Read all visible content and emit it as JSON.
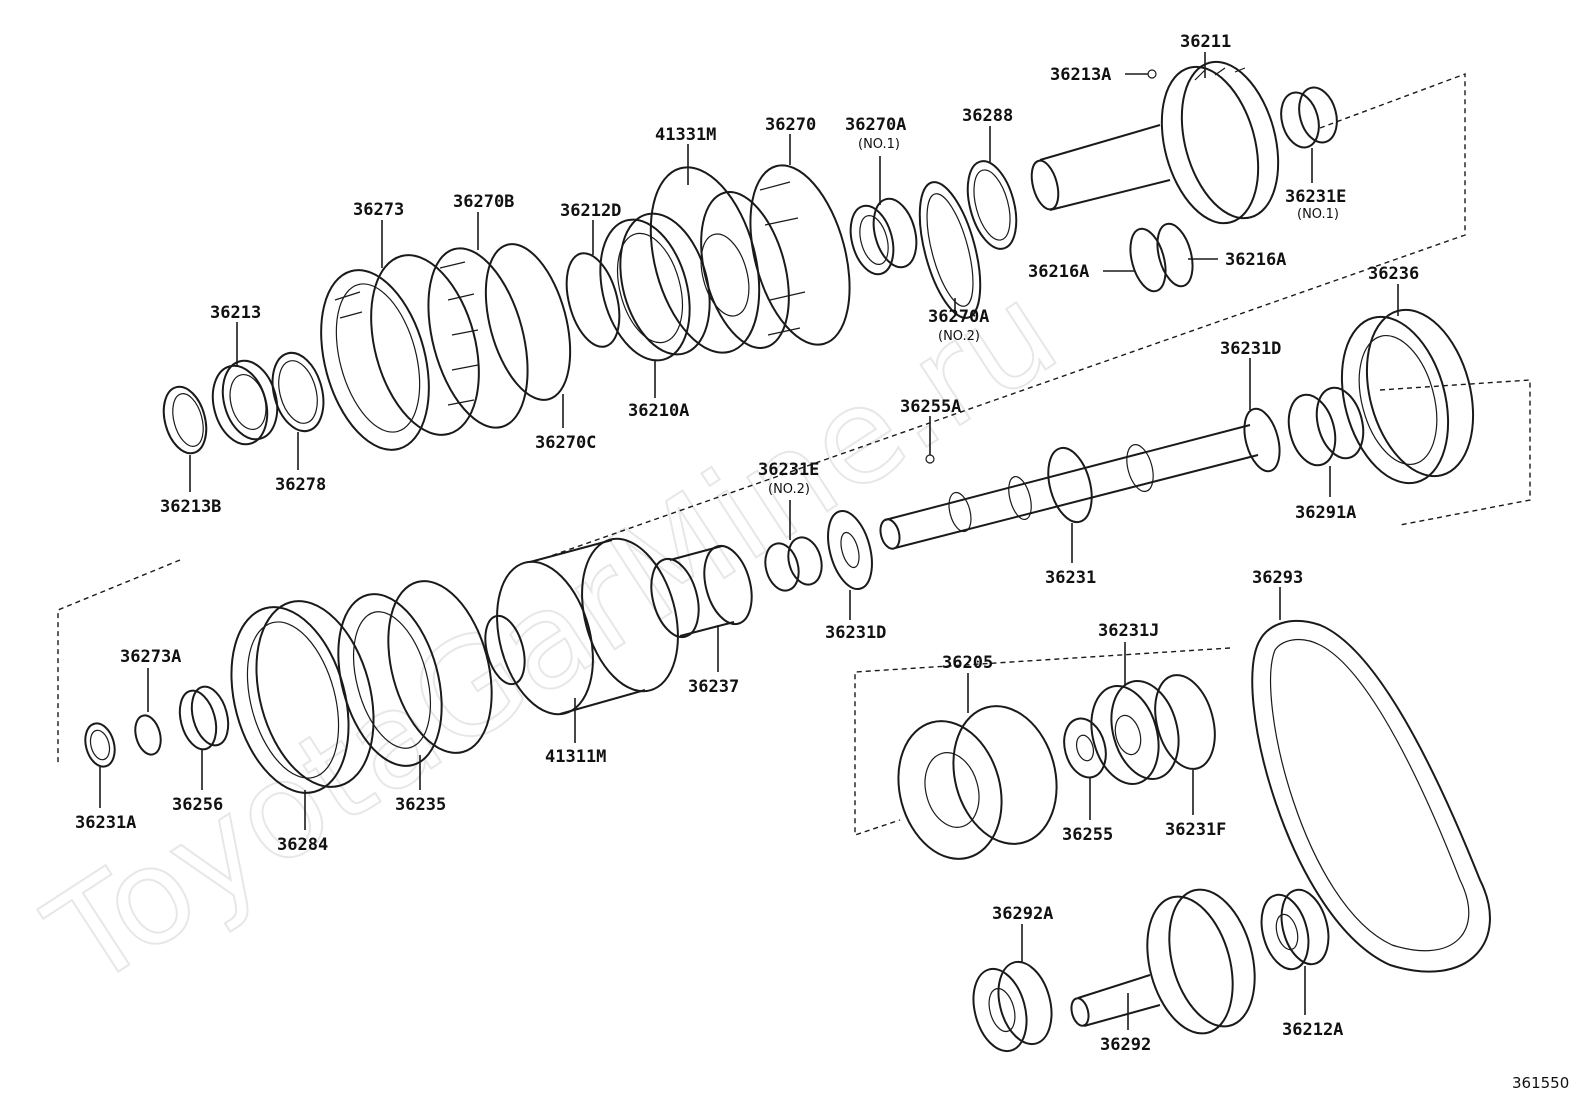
{
  "diagram": {
    "watermark": "ToyotaGarMine.ru",
    "reference_number": "361550",
    "labels": {
      "p36211": "36211",
      "p36213A": "36213A",
      "p36231E_1": "36231E",
      "p36231E_1_sub": "(NO.1)",
      "p36270": "36270",
      "p36270A_1": "36270A",
      "p36270A_1_sub": "(NO.1)",
      "p36288": "36288",
      "p41331M": "41331M",
      "p36273": "36273",
      "p36270B": "36270B",
      "p36212D": "36212D",
      "p36213": "36213",
      "p36216A_left": "36216A",
      "p36216A_right": "36216A",
      "p36270A_2": "36270A",
      "p36270A_2_sub": "(NO.2)",
      "p36236": "36236",
      "p36231D_top": "36231D",
      "p36210A": "36210A",
      "p36270C": "36270C",
      "p36278": "36278",
      "p36213B": "36213B",
      "p36255A": "36255A",
      "p36231E_2": "36231E",
      "p36231E_2_sub": "(NO.2)",
      "p36291A": "36291A",
      "p36231": "36231",
      "p36231D_bottom": "36231D",
      "p36293": "36293",
      "p36273A": "36273A",
      "p36237": "36237",
      "p36205": "36205",
      "p36231J": "36231J",
      "p41311M": "41311M",
      "p36231A": "36231A",
      "p36256": "36256",
      "p36235": "36235",
      "p36284": "36284",
      "p36255": "36255",
      "p36231F": "36231F",
      "p36292A": "36292A",
      "p36292": "36292",
      "p36212A": "36212A"
    }
  }
}
